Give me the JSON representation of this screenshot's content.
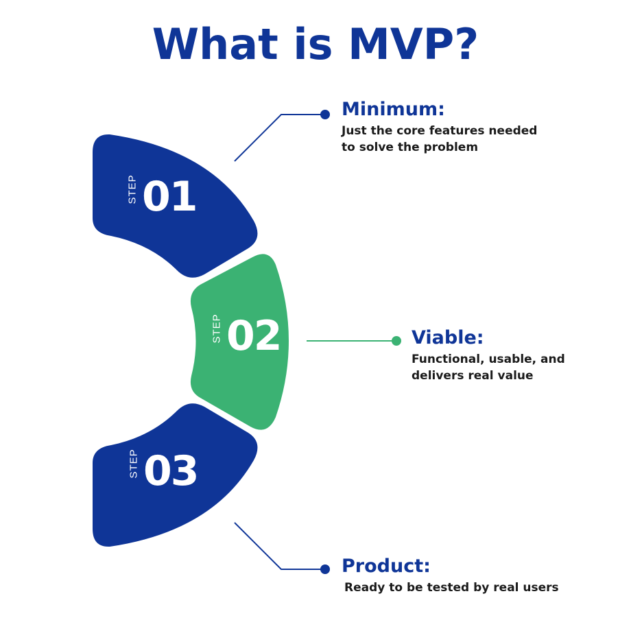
{
  "title": "What is MVP?",
  "colors": {
    "blue": "#0f3597",
    "green": "#3bb273"
  },
  "steps": [
    {
      "label": "STEP",
      "number": "01",
      "heading": "Minimum:",
      "description_lines": [
        "Just the core features needed",
        "to solve the problem"
      ]
    },
    {
      "label": "STEP",
      "number": "02",
      "heading": "Viable:",
      "description_lines": [
        "Functional, usable, and",
        "delivers real value"
      ]
    },
    {
      "label": "STEP",
      "number": "03",
      "heading": "Product:",
      "description_lines": [
        "Ready to be tested by real users"
      ]
    }
  ]
}
